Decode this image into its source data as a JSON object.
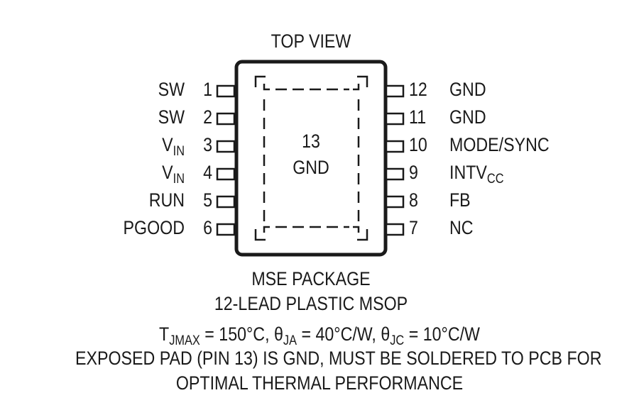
{
  "title": "TOP VIEW",
  "pad": {
    "number": "13",
    "name": "GND"
  },
  "left_pins": [
    {
      "num": "1",
      "name": "SW",
      "sub": ""
    },
    {
      "num": "2",
      "name": "SW",
      "sub": ""
    },
    {
      "num": "3",
      "name": "V",
      "sub": "IN"
    },
    {
      "num": "4",
      "name": "V",
      "sub": "IN"
    },
    {
      "num": "5",
      "name": "RUN",
      "sub": ""
    },
    {
      "num": "6",
      "name": "PGOOD",
      "sub": ""
    }
  ],
  "right_pins": [
    {
      "num": "12",
      "name": "GND",
      "sub": ""
    },
    {
      "num": "11",
      "name": "GND",
      "sub": ""
    },
    {
      "num": "10",
      "name": "MODE/SYNC",
      "sub": ""
    },
    {
      "num": "9",
      "name": "INTV",
      "sub": "CC"
    },
    {
      "num": "8",
      "name": "FB",
      "sub": ""
    },
    {
      "num": "7",
      "name": "NC",
      "sub": ""
    }
  ],
  "package": {
    "name": "MSE PACKAGE",
    "description": "12-LEAD PLASTIC MSOP"
  },
  "thermal": {
    "t_sym": "T",
    "t_sub": "JMAX",
    "t_val": " = 150°C, ",
    "ja_sym": "θ",
    "ja_sub": "JA",
    "ja_val": " = 40°C/W, ",
    "jc_sym": "θ",
    "jc_sub": "JC",
    "jc_val": " = 10°C/W"
  },
  "note_line1": "EXPOSED PAD (PIN 13) IS GND, MUST BE SOLDERED TO PCB FOR",
  "note_line2": "OPTIMAL THERMAL PERFORMANCE"
}
